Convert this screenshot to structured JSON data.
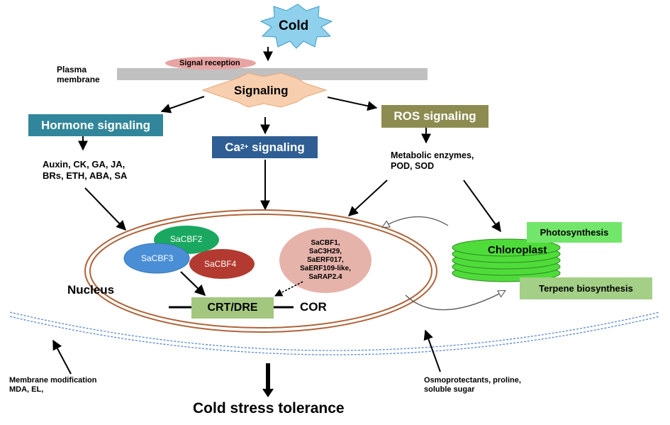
{
  "stimulus": "Cold",
  "membrane": {
    "label_line1": "Plasma",
    "label_line2": "membrane",
    "reception": "Signal reception"
  },
  "signaling": "Signaling",
  "hormone": {
    "title": "Hormone signaling",
    "line1": "Auxin,  CK, GA, JA,",
    "line2": "BRs, ETH, ABA, SA"
  },
  "calcium": {
    "prefix": "Ca",
    "superscript": "2+",
    "suffix": " signaling"
  },
  "ros": {
    "title": "ROS signaling",
    "line1": "Metabolic enzymes,",
    "line2": "POD, SOD"
  },
  "nucleus": {
    "label": "Nucleus",
    "cbf2": "SaCBF2",
    "cbf3": "SaCBF3",
    "cbf4": "SaCBF4",
    "tfs": [
      "SaCBF1,",
      "SaC3H29,",
      "SaERF017,",
      "SaERF109-like,",
      "SaRAP2.4"
    ],
    "element": "CRT/DRE",
    "gene": "COR"
  },
  "chloroplast": {
    "label": "Chloroplast",
    "photosynthesis": "Photosynthesis",
    "terpene": "Terpene biosynthesis"
  },
  "membrane_mod": {
    "line1": "Membrane modification",
    "line2": "MDA, EL,"
  },
  "osmo": {
    "line1": "Osmoprotectants, proline,",
    "line2": "soluble sugar"
  },
  "outcome": "Cold stress tolerance",
  "colors": {
    "cold_star": "#8fd0ec",
    "signaling_star": "#f8cfae",
    "membrane_bar": "#c0c0c0",
    "reception": "#e8a3a3",
    "hormone_box": "#31869b",
    "calcium_box": "#2e5e93",
    "ros_box": "#8c8c50",
    "nucleus_ring": "#b0643a",
    "cbf2": "#1aa860",
    "cbf3": "#4a8fd6",
    "cbf4": "#b23a30",
    "tf_ellipse": "#e6b3ab",
    "crt_box": "#a3c77f",
    "chloroplast": "#4fdc3a",
    "photosynthesis_box": "#72e66a",
    "terpene_box": "#a3cf86",
    "cell_membrane": "#5b8ac9"
  }
}
